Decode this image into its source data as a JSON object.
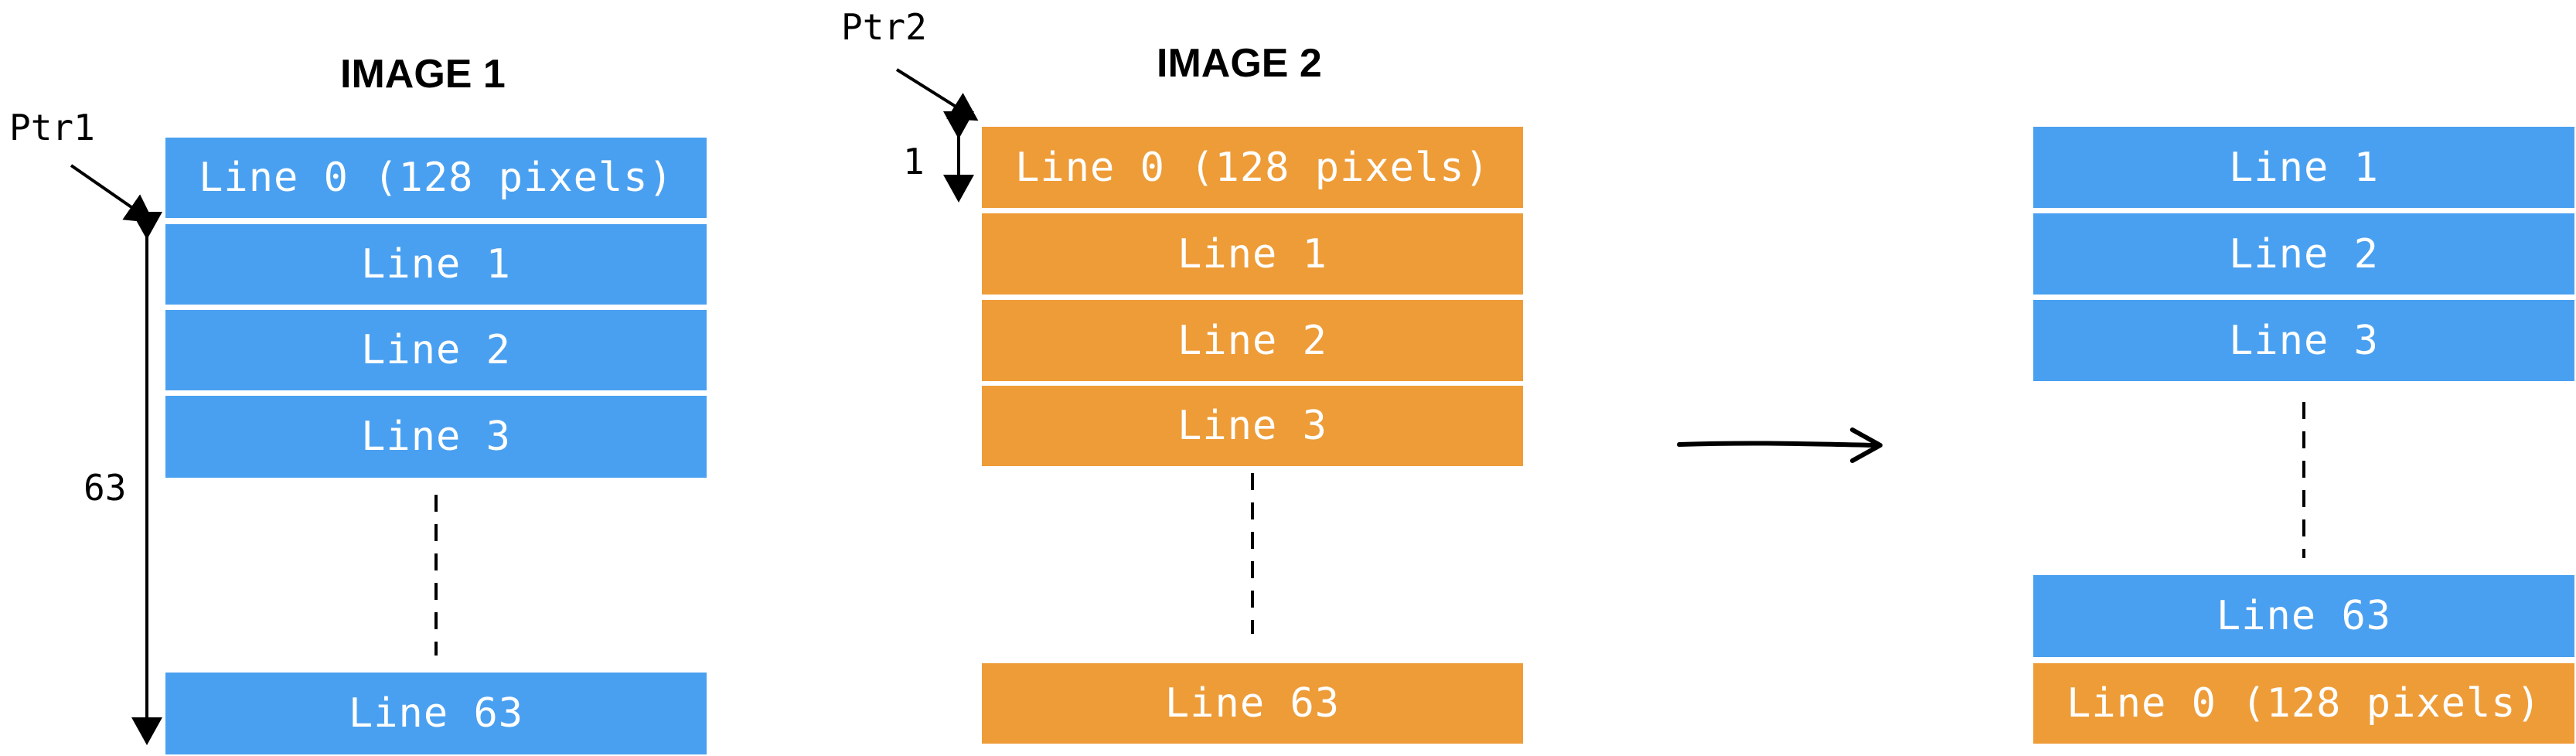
{
  "image1": {
    "title": "IMAGE 1",
    "pointer_label": "Ptr1",
    "span_label": "63",
    "lines": [
      "Line 0 (128 pixels)",
      "Line 1",
      "Line 2",
      "Line 3",
      "Line 63"
    ],
    "color": "#4aa0f0"
  },
  "image2": {
    "title": "IMAGE 2",
    "pointer_label": "Ptr2",
    "span_label": "1",
    "lines": [
      "Line 0 (128 pixels)",
      "Line 1",
      "Line 2",
      "Line 3",
      "Line 63"
    ],
    "color": "#ee9c38"
  },
  "result": {
    "lines": [
      "Line 1",
      "Line 2",
      "Line 3",
      "Line 63",
      "Line 0 (128 pixels)"
    ],
    "colors": [
      "#4aa0f0",
      "#4aa0f0",
      "#4aa0f0",
      "#4aa0f0",
      "#ee9c38"
    ]
  }
}
